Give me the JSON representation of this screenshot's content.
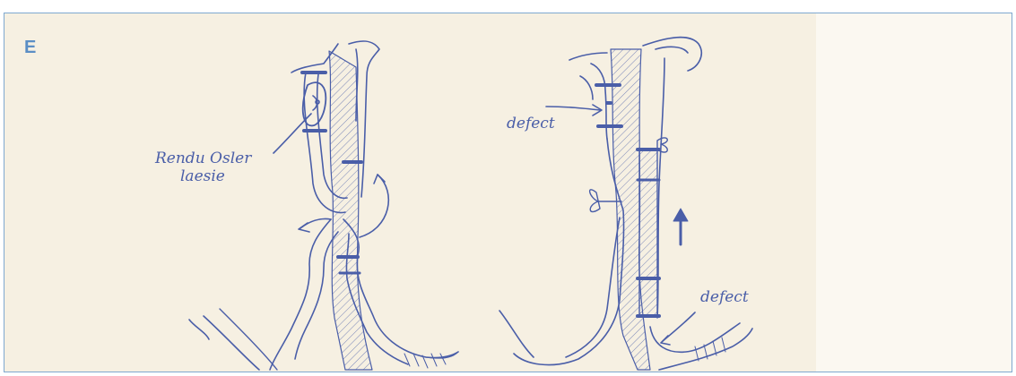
{
  "panel": {
    "letter": "E"
  },
  "labels": {
    "left_annotation_line1": "Rendu Osler",
    "left_annotation_line2": "laesie",
    "defect_top": "defect",
    "defect_bottom": "defect"
  },
  "colors": {
    "ink": "#4a5ea8",
    "paper": "#f6f0e2",
    "border": "#7fa8cf",
    "letter": "#5b8ec5"
  }
}
